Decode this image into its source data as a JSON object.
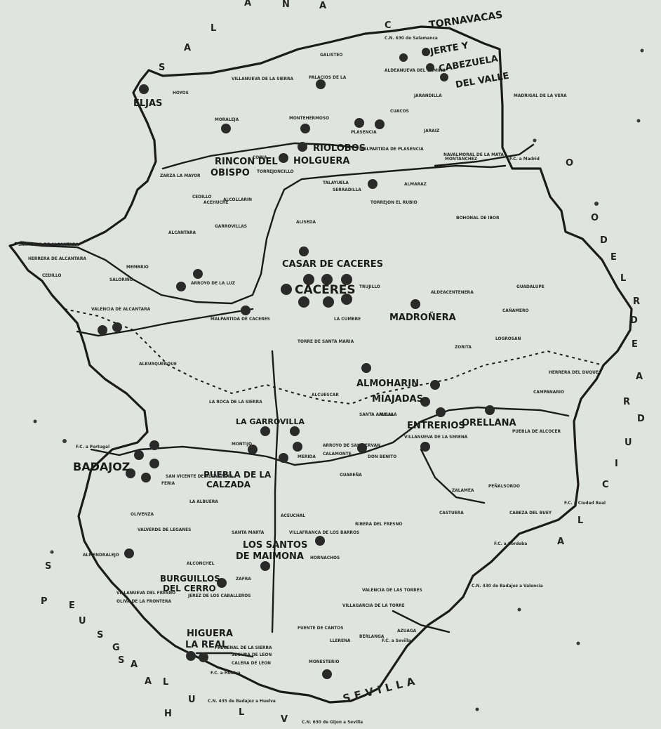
{
  "map": {
    "colors": {
      "background": "#dfe4e0",
      "ink": "#1b1b1b",
      "dot": "#2a2a2a"
    },
    "border_letters": [
      {
        "t": "A"
      },
      {
        "t": "N"
      },
      {
        "t": "C"
      },
      {
        "t": "A"
      },
      {
        "t": "L"
      },
      {
        "t": "A"
      },
      {
        "t": "S"
      },
      {
        "t": "O"
      },
      {
        "t": "D"
      },
      {
        "t": "E"
      },
      {
        "t": "L"
      },
      {
        "t": "O"
      },
      {
        "t": "R"
      },
      {
        "t": "D"
      },
      {
        "t": "A"
      },
      {
        "t": "D"
      },
      {
        "t": "U"
      },
      {
        "t": "I"
      },
      {
        "t": "C"
      },
      {
        "t": "L"
      },
      {
        "t": "A"
      },
      {
        "t": "E"
      },
      {
        "t": "R"
      },
      {
        "t": "E"
      },
      {
        "t": "U"
      },
      {
        "t": "G"
      },
      {
        "t": "A"
      },
      {
        "t": "L"
      },
      {
        "t": "P"
      },
      {
        "t": "S"
      },
      {
        "t": "V"
      },
      {
        "t": "U"
      },
      {
        "t": "L"
      },
      {
        "t": "H"
      },
      {
        "t": "S"
      },
      {
        "t": "A"
      },
      {
        "t": "S"
      },
      {
        "t": "SEVILLA"
      }
    ],
    "big_labels": [
      "TORNAVACAS",
      "JERTE Y",
      "CABEZUELA",
      "DEL VALLE",
      "ELJAS",
      "RIOLOBOS",
      "HOLGUERA",
      "RINCON DEL",
      "OBISPO",
      "CASAR DE CACERES",
      "CACERES",
      "MADROÑERA",
      "ALMOHARIN",
      "MIAJADAS",
      "ENTRERIOS",
      "ORELLANA",
      "LA GARROVILLA",
      "BADAJOZ",
      "PUEBLA DE LA",
      "CALZADA",
      "LOS SANTOS",
      "DE MAIMONA",
      "BURGUILLOS",
      "DEL CERRO",
      "HIGUERA",
      "LA REAL"
    ],
    "small_labels": [
      "VILLANUEVA DE LA SIERRA",
      "PALACIOS DE LA",
      "MONTEHERMOSO",
      "PLASENCIA",
      "GALISTEO",
      "MALPARTIDA DE PLASENCIA",
      "CORIA",
      "TORREJONCILLO",
      "ZARZA LA MAYOR",
      "CEDILLO",
      "ALCOLLARIN",
      "MONTANCHEZ",
      "NAVALMORAL DE LA MATA",
      "F.C. a Madrid",
      "TALAYUELA",
      "SERRADILLA",
      "TORREJON EL RUBIO",
      "ALCANTARA",
      "GARROVILLAS",
      "ALISEDA",
      "ARROYO DE LA LUZ",
      "MALPARTIDA DE CACERES",
      "VALENCIA DE ALCANTARA",
      "LA CUMBRE",
      "TORRE DE SANTA MARIA",
      "LOGROSAN",
      "ZORITA",
      "ALBALA",
      "ALCUESCAR",
      "LA ROCA DE LA SIERRA",
      "MONTIJO",
      "GUAREÑA",
      "DON BENITO",
      "VILLANUEVA DE LA SERENA",
      "PUEBLA DE ALCOCER",
      "CASTUERA",
      "CABEZA DEL BUEY",
      "ALBURQUERQUE",
      "SAN VICENTE DE ALCANTARA",
      "OLIVENZA",
      "ALMENDRALEJO",
      "ZAFRA",
      "JEREZ DE LOS CABALLEROS",
      "FREGENAL DE LA SIERRA",
      "LLERENA",
      "AZUAGA",
      "MONESTERIO",
      "FUENTE DE CANTOS",
      "VILLAGARCIA DE LA TORRE",
      "HORNACHOS",
      "F.C. a Sevilla",
      "F.C. a Huelva",
      "F.C. a Portugal",
      "C.N. 630 de Gijon a Sevilla",
      "C.N. 435 de Badajoz a Huelva",
      "HERRERA DEL DUQUE",
      "C.N. 430 de Badajoz a Valencia",
      "C.N. 630 de Salamanca",
      "ALDEANUEVA DEL CAMINO",
      "JARAIZ",
      "MADRIGAL DE LA VERA",
      "JARANDILLA",
      "CUACOS",
      "HOYOS",
      "MORALEJA",
      "ACEHUCHE",
      "SALORINO",
      "MEMBRIO",
      "HERRERA DE ALCANTARA",
      "CEDILLO",
      "SANTIAGO DE ALCANTARA",
      "TRUJILLO",
      "CAÑAMERO",
      "GUADALUPE",
      "BOHONAL DE IBOR",
      "ALMARAZ",
      "ALDEACENTENERA",
      "SANTA AMALIA",
      "MERIDA",
      "ARROYO DE SAN SERVAN",
      "CALAMONTE",
      "VILLAFRANCA DE LOS BARROS",
      "SANTA MARTA",
      "ACEUCHAL",
      "RIBERA DEL FRESNO",
      "VALVERDE DE LEGANES",
      "LA ALBUERA",
      "FERIA",
      "ALCONCHEL",
      "VILLANUEVA DEL FRESNO",
      "OLIVA DE LA FRONTERA",
      "SEGURA DE LEON",
      "CALERA DE LEON",
      "BERLANGA",
      "VALENCIA DE LAS TORRES",
      "PEÑALSORDO",
      "ZALAMEA",
      "CAMPANARIO",
      "F.C. a Ciudad Real",
      "F.C. a Cordoba"
    ]
  }
}
